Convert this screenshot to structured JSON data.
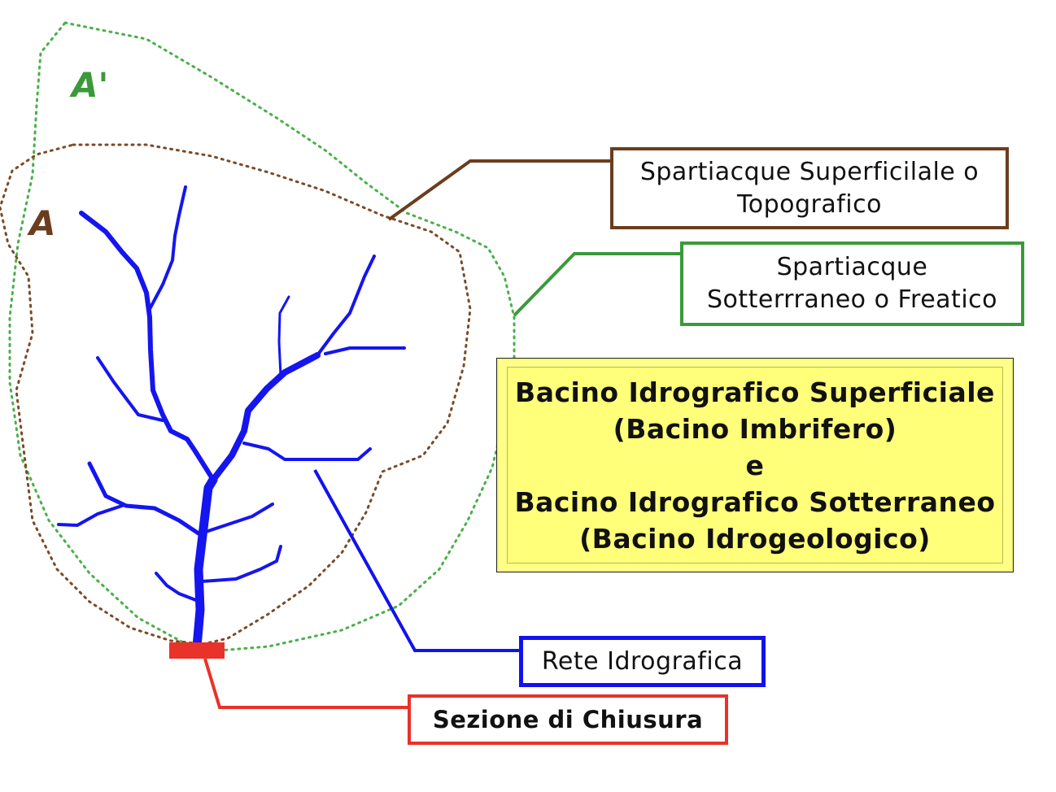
{
  "colors": {
    "brown": "#6b3d1e",
    "green": "#3a9a3a",
    "blue": "#1212ee",
    "red": "#e8322a",
    "yellow": "#ffff88"
  },
  "regions": {
    "outer_label": "A'",
    "inner_label": "A"
  },
  "labels": {
    "surface_divide": [
      "Spartiacque Superficilale o",
      "Topografico"
    ],
    "groundwater_divide": [
      "Spartiacque",
      "Sotterrraneo o Freatico"
    ],
    "basin_title": [
      "Bacino Idrografico Superficiale",
      "(Bacino Imbrifero)",
      "e",
      "Bacino Idrografico Sotterraneo",
      "(Bacino Idrogeologico)"
    ],
    "river_network": "Rete Idrografica",
    "outlet_section": "Sezione di Chiusura"
  }
}
